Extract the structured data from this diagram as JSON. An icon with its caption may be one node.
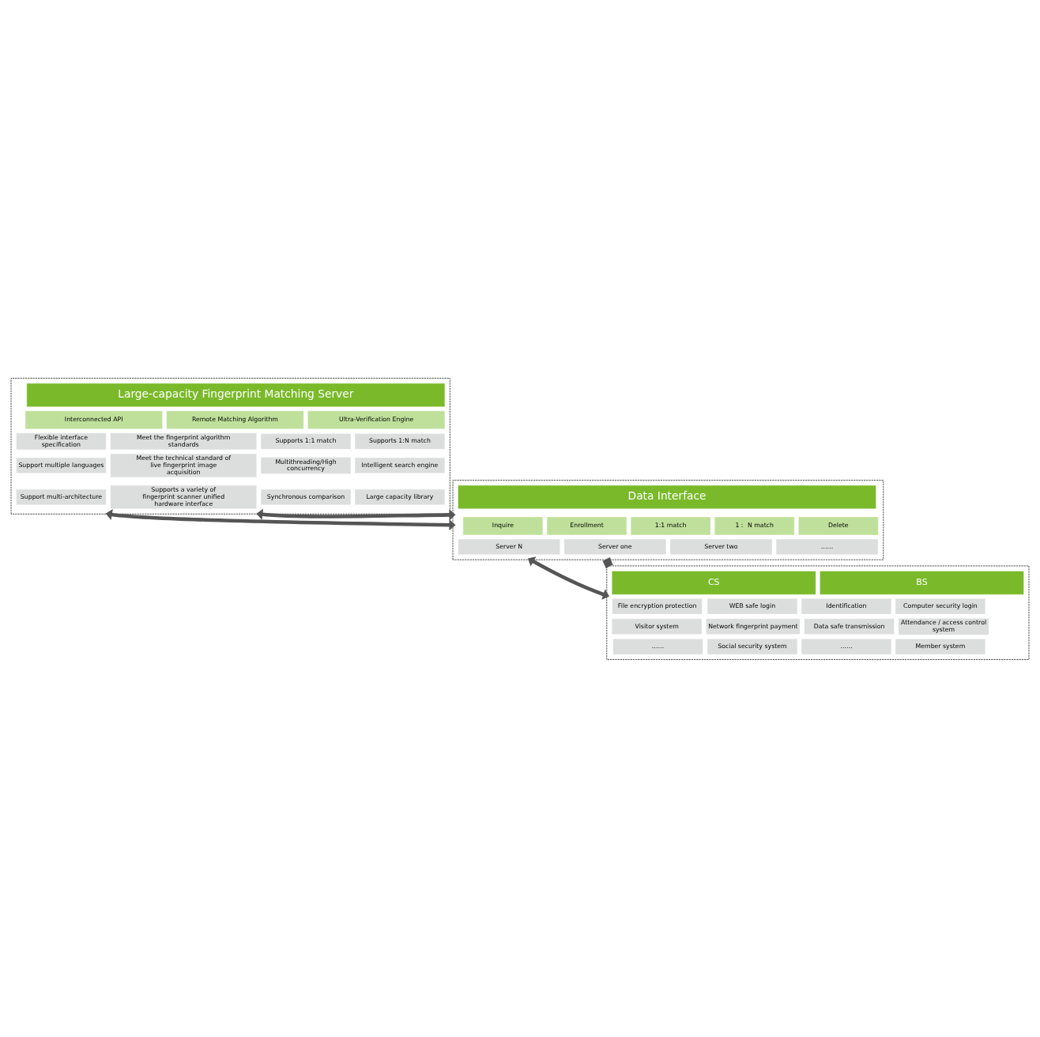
{
  "diagram": {
    "nodes": [
      {
        "text": [],
        "shape": "box"
      },
      {
        "text": [
          "Large-capacity Fingerprint Matching Server"
        ],
        "in": 0
      },
      {
        "text": [
          "Remote Matching Algorithm"
        ],
        "in": 0
      },
      {
        "text": [
          "Ultra-Verification Engine"
        ],
        "in": 0
      },
      {
        "text": [
          "Interconnected API"
        ],
        "in": 0
      },
      {
        "text": [
          "Meet the fingerprint algorithm standards"
        ],
        "in": 0
      },
      {
        "text": [
          "Supports 1:1 match"
        ],
        "in": 0
      },
      {
        "text": [
          "Supports 1:N match"
        ],
        "in": 0
      },
      {
        "text": [
          "Flexible interface specification"
        ],
        "in": 0
      },
      {
        "text": [
          "Meet the technical standard of live fingerprint image acquisition"
        ],
        "in": 0
      },
      {
        "text": [
          "Multithreading/High concurrency"
        ],
        "in": 0
      },
      {
        "text": [
          "Intelligent search engine"
        ],
        "in": 0
      },
      {
        "text": [
          "Support multiple languages"
        ],
        "in": 0
      },
      {
        "text": [
          "Supports a variety of fingerprint scanner unified hardware interface"
        ],
        "in": 0
      },
      {
        "text": [
          "Synchronous comparison"
        ],
        "in": 0
      },
      {
        "text": [
          "Large capacity library"
        ],
        "in": 0
      },
      {
        "text": [
          "Support multi-architecture"
        ],
        "in": 0
      },
      {
        "text": [],
        "shape": "box"
      },
      {
        "text": [
          "Data Interface"
        ],
        "in": 17
      },
      {
        "text": [
          "Enrollment"
        ],
        "in": 17
      },
      {
        "text": [
          "1:1 match"
        ],
        "in": 17
      },
      {
        "text": [
          "1： N match"
        ],
        "in": 17
      },
      {
        "text": [
          "Delete"
        ],
        "in": 17
      },
      {
        "text": [
          "Inquire"
        ],
        "in": 17
      },
      {
        "text": [
          "Server one"
        ],
        "in": 17
      },
      {
        "text": [
          "Server two"
        ],
        "in": 17
      },
      {
        "text": [
          "……"
        ],
        "in": 17
      },
      {
        "text": [
          "Server N"
        ],
        "in": 17
      },
      {
        "text": [],
        "shape": "box"
      },
      {
        "text": [
          "BS"
        ],
        "in": 28
      },
      {
        "text": [
          "CS"
        ],
        "in": 28
      },
      {
        "text": [
          "WEB safe login"
        ],
        "in": 28
      },
      {
        "text": [
          "Identification"
        ],
        "in": 28
      },
      {
        "text": [
          "Network fingerprint payment"
        ],
        "in": 28
      },
      {
        "text": [
          "Data safe transmission"
        ],
        "in": 28
      },
      {
        "text": [
          "Social security system"
        ],
        "in": 28
      },
      {
        "text": [
          "……"
        ],
        "in": 28
      },
      {
        "text": [
          "Computer security login"
        ],
        "in": 28
      },
      {
        "text": [
          "File encryption protection"
        ],
        "in": 28
      },
      {
        "text": [
          "Attendance / access control system"
        ],
        "in": 28
      },
      {
        "text": [
          "Visitor system"
        ],
        "in": 28
      },
      {
        "text": [
          "Member system"
        ],
        "in": 28
      },
      {
        "text": [
          "……"
        ],
        "in": 28
      }
    ],
    "edges": [
      {
        "from": 0,
        "to": 17,
        "arrow": "both"
      },
      {
        "from": 0,
        "to": 17,
        "arrow": "both"
      },
      {
        "from": 17,
        "to": 28,
        "arrow": "both"
      },
      {
        "from": 17,
        "to": 28,
        "arrow": "both"
      }
    ]
  }
}
